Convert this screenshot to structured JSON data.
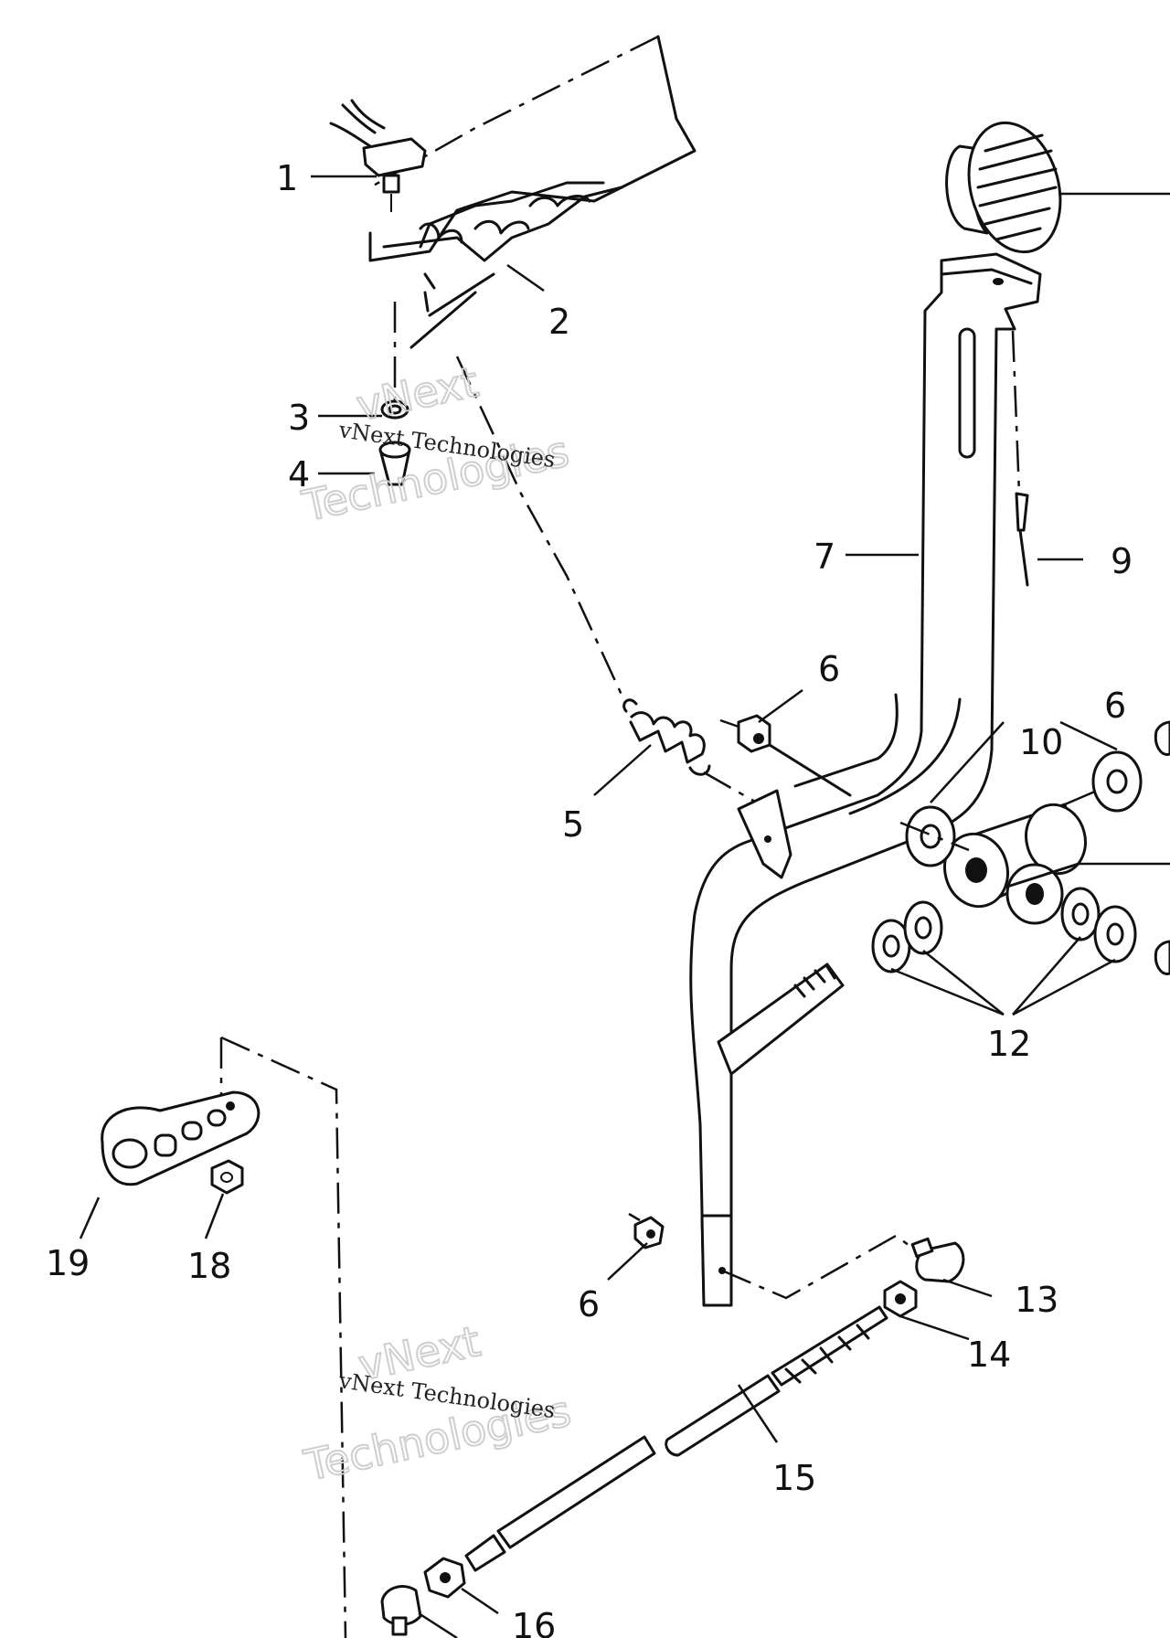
{
  "callouts": [
    {
      "id": "1",
      "text": "1"
    },
    {
      "id": "2",
      "text": "2"
    },
    {
      "id": "3",
      "text": "3"
    },
    {
      "id": "4",
      "text": "4"
    },
    {
      "id": "5",
      "text": "5"
    },
    {
      "id": "6a",
      "text": "6"
    },
    {
      "id": "6b",
      "text": "6"
    },
    {
      "id": "6c",
      "text": "6"
    },
    {
      "id": "7",
      "text": "7"
    },
    {
      "id": "9",
      "text": "9"
    },
    {
      "id": "10",
      "text": "10"
    },
    {
      "id": "12",
      "text": "12"
    },
    {
      "id": "13",
      "text": "13"
    },
    {
      "id": "14",
      "text": "14"
    },
    {
      "id": "15",
      "text": "15"
    },
    {
      "id": "16",
      "text": "16"
    },
    {
      "id": "18",
      "text": "18"
    },
    {
      "id": "19",
      "text": "19"
    }
  ],
  "watermarks": [
    {
      "small": "vNext Technologies",
      "big_top": "vNext",
      "big_bottom": "Technologies"
    },
    {
      "small": "vNext Technologies",
      "big_top": "vNext",
      "big_bottom": "Technologies"
    }
  ]
}
